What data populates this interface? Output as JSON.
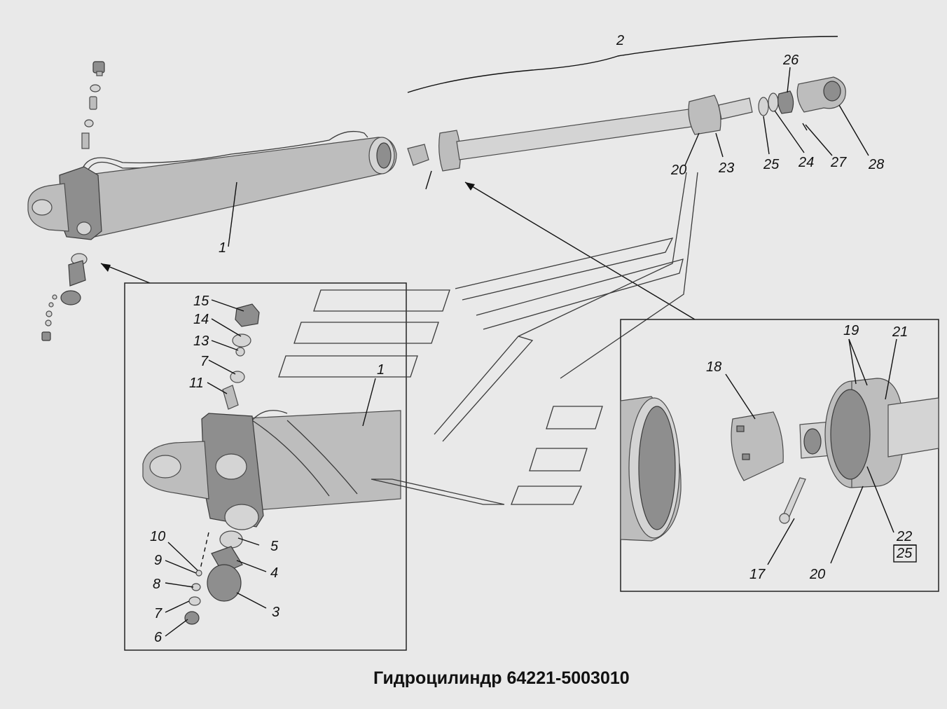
{
  "title": "Гидроцилиндр 64221-5003010",
  "callouts": {
    "c1_main": "1",
    "c2": "2",
    "c20_top": "20",
    "c23": "23",
    "c25_top": "25",
    "c24": "24",
    "c27": "27",
    "c28": "28",
    "c26": "26",
    "c15": "15",
    "c14": "14",
    "c13": "13",
    "c7_a": "7",
    "c11": "11",
    "c1_detail": "1",
    "c5": "5",
    "c4": "4",
    "c3": "3",
    "c10": "10",
    "c9": "9",
    "c8": "8",
    "c7_b": "7",
    "c6": "6",
    "c18": "18",
    "c19": "19",
    "c21": "21",
    "c22": "22",
    "c25_box": "25",
    "c17": "17",
    "c20_detail": "20"
  }
}
